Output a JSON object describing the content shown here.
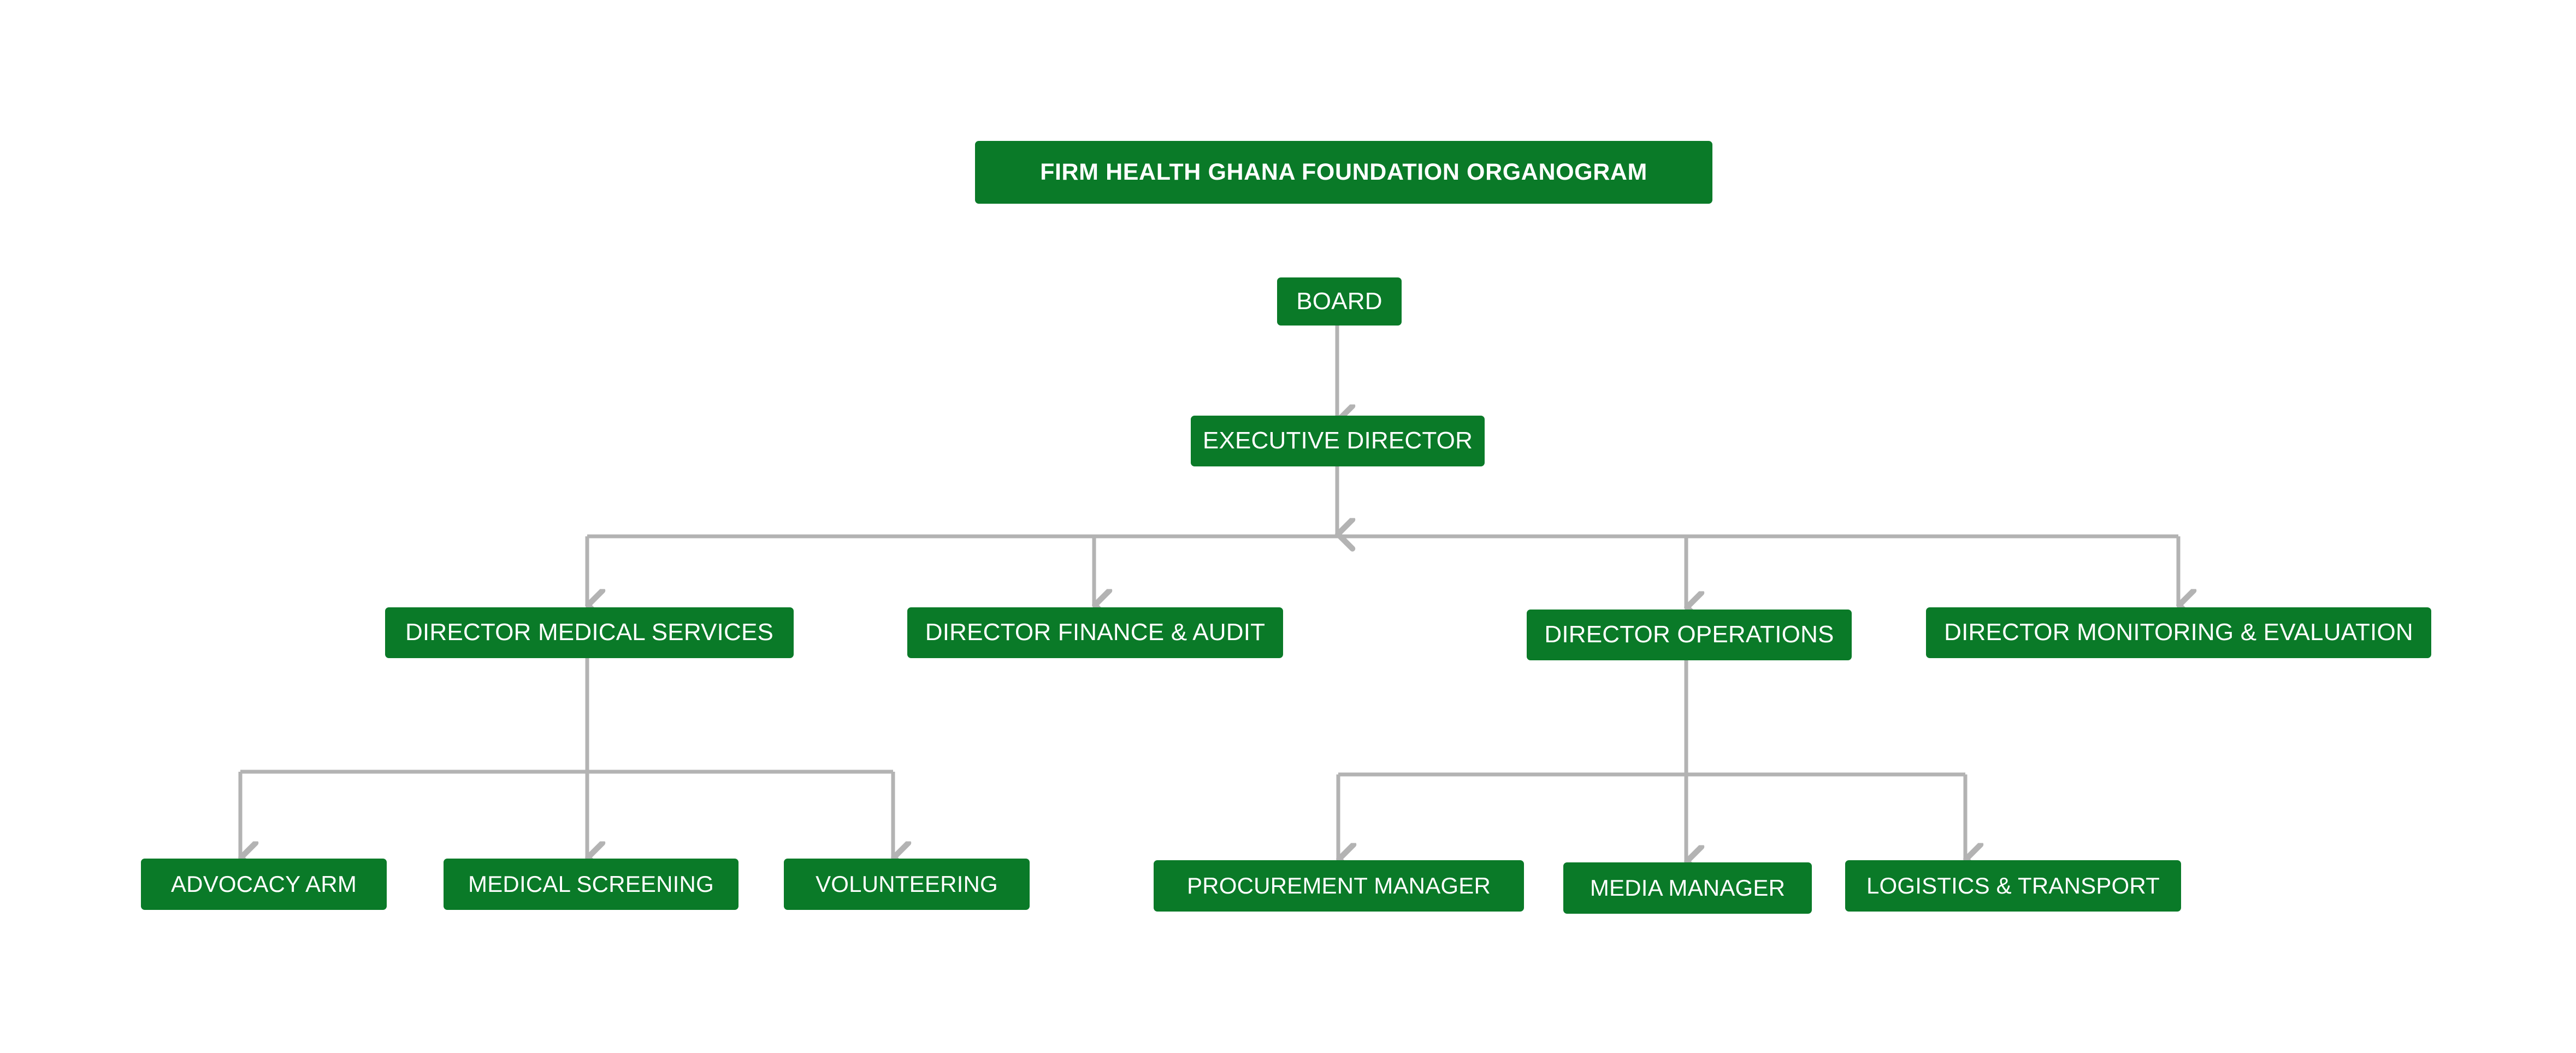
{
  "chart_data": {
    "type": "diagram",
    "subtype": "organization-chart",
    "title": "FIRM HEALTH GHANA FOUNDATION ORGANOGRAM",
    "orientation": "top-down",
    "node_fill_color": "#0a7a28",
    "node_text_color": "#ffffff",
    "connector_color": "#b3b3b3",
    "background_color": "#ffffff",
    "levels": [
      {
        "level": 0,
        "labels": [
          "FIRM HEALTH GHANA FOUNDATION ORGANOGRAM"
        ]
      },
      {
        "level": 1,
        "labels": [
          "BOARD"
        ]
      },
      {
        "level": 2,
        "labels": [
          "EXECUTIVE DIRECTOR"
        ]
      },
      {
        "level": 3,
        "labels": [
          "DIRECTOR MEDICAL SERVICES",
          "DIRECTOR FINANCE & AUDIT",
          "DIRECTOR OPERATIONS",
          "DIRECTOR MONITORING & EVALUATION"
        ]
      },
      {
        "level": 4,
        "labels": [
          "ADVOCACY ARM",
          "MEDICAL SCREENING",
          "VOLUNTEERING",
          "PROCUREMENT MANAGER",
          "MEDIA MANAGER",
          "LOGISTICS & TRANSPORT"
        ]
      }
    ],
    "edges": [
      {
        "from": "BOARD",
        "to": "EXECUTIVE DIRECTOR"
      },
      {
        "from": "EXECUTIVE DIRECTOR",
        "to": "DIRECTOR MEDICAL SERVICES"
      },
      {
        "from": "EXECUTIVE DIRECTOR",
        "to": "DIRECTOR FINANCE & AUDIT"
      },
      {
        "from": "EXECUTIVE DIRECTOR",
        "to": "DIRECTOR OPERATIONS"
      },
      {
        "from": "EXECUTIVE DIRECTOR",
        "to": "DIRECTOR MONITORING & EVALUATION"
      },
      {
        "from": "DIRECTOR MEDICAL SERVICES",
        "to": "ADVOCACY ARM"
      },
      {
        "from": "DIRECTOR MEDICAL SERVICES",
        "to": "MEDICAL SCREENING"
      },
      {
        "from": "DIRECTOR MEDICAL SERVICES",
        "to": "VOLUNTEERING"
      },
      {
        "from": "DIRECTOR OPERATIONS",
        "to": "PROCUREMENT MANAGER"
      },
      {
        "from": "DIRECTOR OPERATIONS",
        "to": "MEDIA MANAGER"
      },
      {
        "from": "DIRECTOR OPERATIONS",
        "to": "LOGISTICS & TRANSPORT"
      }
    ]
  },
  "diagram": {
    "title_node": {
      "label": "FIRM HEALTH GHANA FOUNDATION ORGANOGRAM"
    },
    "board_node": {
      "label": "BOARD"
    },
    "executive_node": {
      "label": "EXECUTIVE DIRECTOR"
    },
    "directors": [
      {
        "label": "DIRECTOR MEDICAL SERVICES"
      },
      {
        "label": "DIRECTOR FINANCE & AUDIT"
      },
      {
        "label": "DIRECTOR OPERATIONS"
      },
      {
        "label": "DIRECTOR MONITORING & EVALUATION"
      }
    ],
    "units": [
      {
        "label": "ADVOCACY ARM"
      },
      {
        "label": "MEDICAL SCREENING"
      },
      {
        "label": "VOLUNTEERING"
      },
      {
        "label": "PROCUREMENT MANAGER"
      },
      {
        "label": "MEDIA MANAGER"
      },
      {
        "label": "LOGISTICS & TRANSPORT"
      }
    ]
  }
}
